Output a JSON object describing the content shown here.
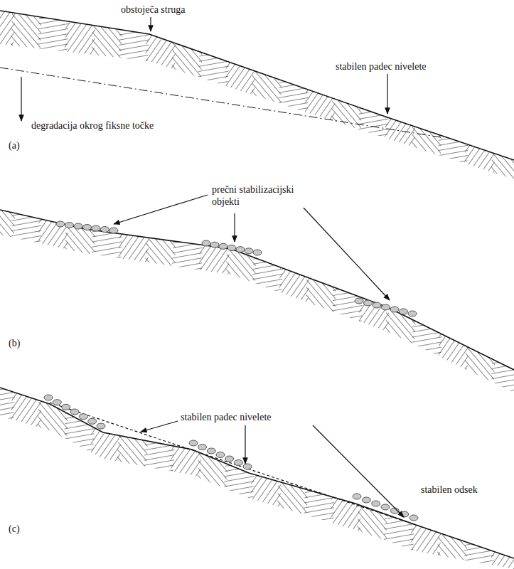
{
  "diagram": {
    "labels": [
      "obstoječa struga",
      "stabilen padec nivelete",
      "degradacija okrog fiksne točke",
      "(a)",
      "prečni stabilizacijski objekti",
      "(b)",
      "stabilen padec nivelete",
      "(c)",
      "stabilen odsek"
    ]
  }
}
